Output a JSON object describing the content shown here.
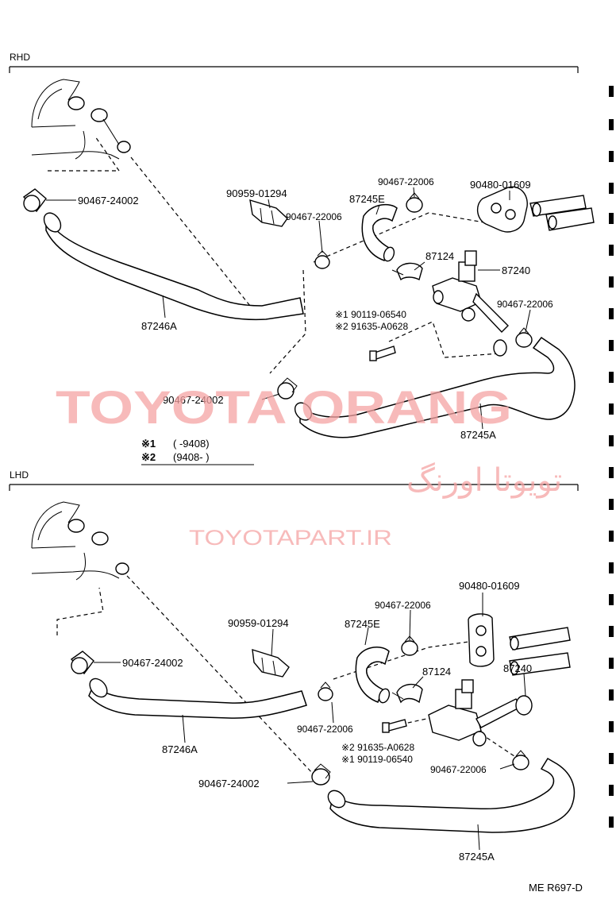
{
  "sections": {
    "rhd": "RHD",
    "lhd": "LHD"
  },
  "watermark": {
    "brand": "TOYOTA ORANG",
    "persian": "تویوتا اورنگ",
    "url": "TOYOTAPART.IR"
  },
  "rhd_labels": {
    "clamp_upper": "90467-24002",
    "clamp_lower": "90467-24002",
    "grommet": "90959-01294",
    "clamp_a": "90467-22006",
    "clamp_b": "90467-22006",
    "clamp_c": "90467-22006",
    "hose_e": "87245E",
    "plate": "90480-01609",
    "bracket": "87124",
    "valve": "87240",
    "note_1": "※1 90119-06540",
    "note_2": "※2 91635-A0628",
    "hose_left": "87246A",
    "hose_bottom": "87245A"
  },
  "legend": {
    "line1_mark": "※1",
    "line1_text": "(      -9408)",
    "line2_mark": "※2",
    "line2_text": "(9408-        )"
  },
  "lhd_labels": {
    "plate": "90480-01609",
    "clamp_a": "90467-22006",
    "grommet": "90959-01294",
    "hose_e": "87245E",
    "clamp_upper": "90467-24002",
    "bracket": "87124",
    "valve": "87240",
    "hose_left": "87246A",
    "clamp_b": "90467-22006",
    "note_2": "※2 91635-A0628",
    "note_1": "※1 90119-06540",
    "clamp_c": "90467-22006",
    "clamp_lower": "90467-24002",
    "hose_bottom": "87245A"
  },
  "footer": {
    "code": "ME R697-D"
  }
}
